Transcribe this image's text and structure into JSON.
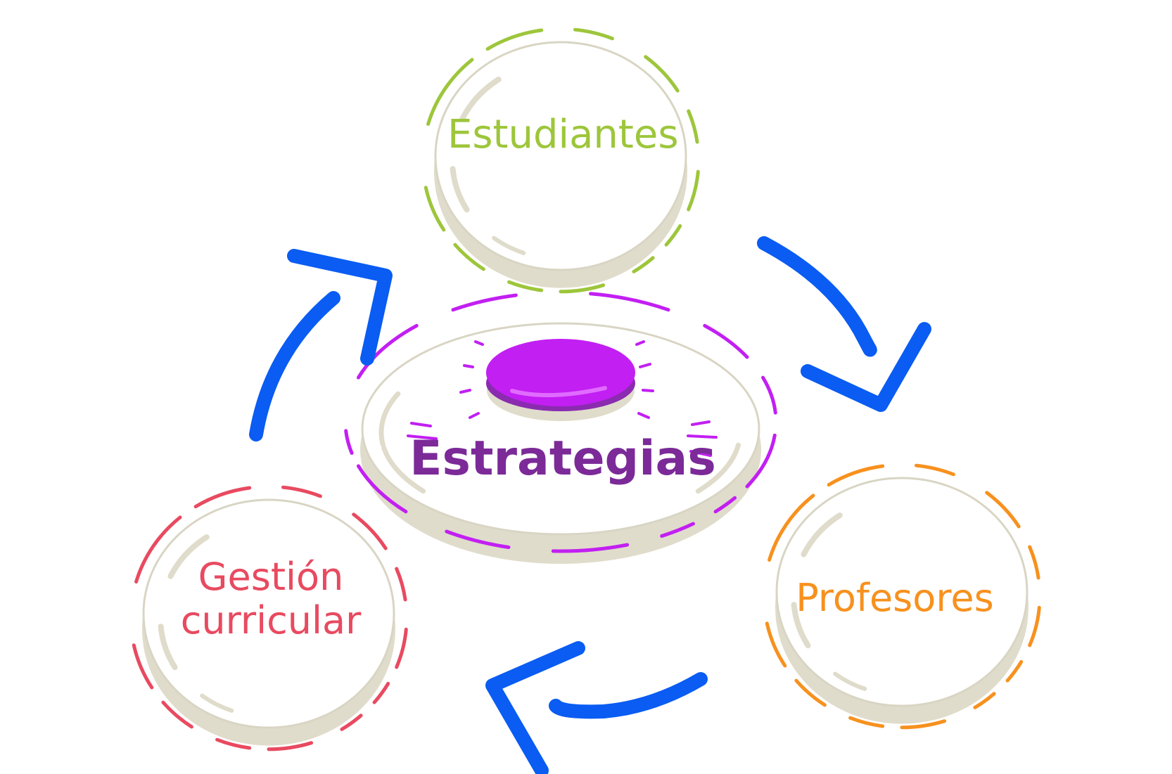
{
  "center": {
    "label": "Estrategias",
    "color": "#7b2a98",
    "accent": "#c21ff2"
  },
  "nodes": [
    {
      "id": "estudiantes",
      "label": "Estudiantes",
      "color": "#9dc63b"
    },
    {
      "id": "profesores",
      "label": "Profesores",
      "color": "#f7911e"
    },
    {
      "id": "gestion",
      "label_line1": "Gestión",
      "label_line2": "curricular",
      "color": "#e84a60"
    }
  ],
  "colors": {
    "arrow": "#0a5cf2",
    "circle_fill": "#ffffff",
    "circle_shadow": "#e0dccb",
    "circle_outline": "#d9d5c4"
  },
  "icons": {
    "arrows": "cycle-arrow-icon"
  }
}
